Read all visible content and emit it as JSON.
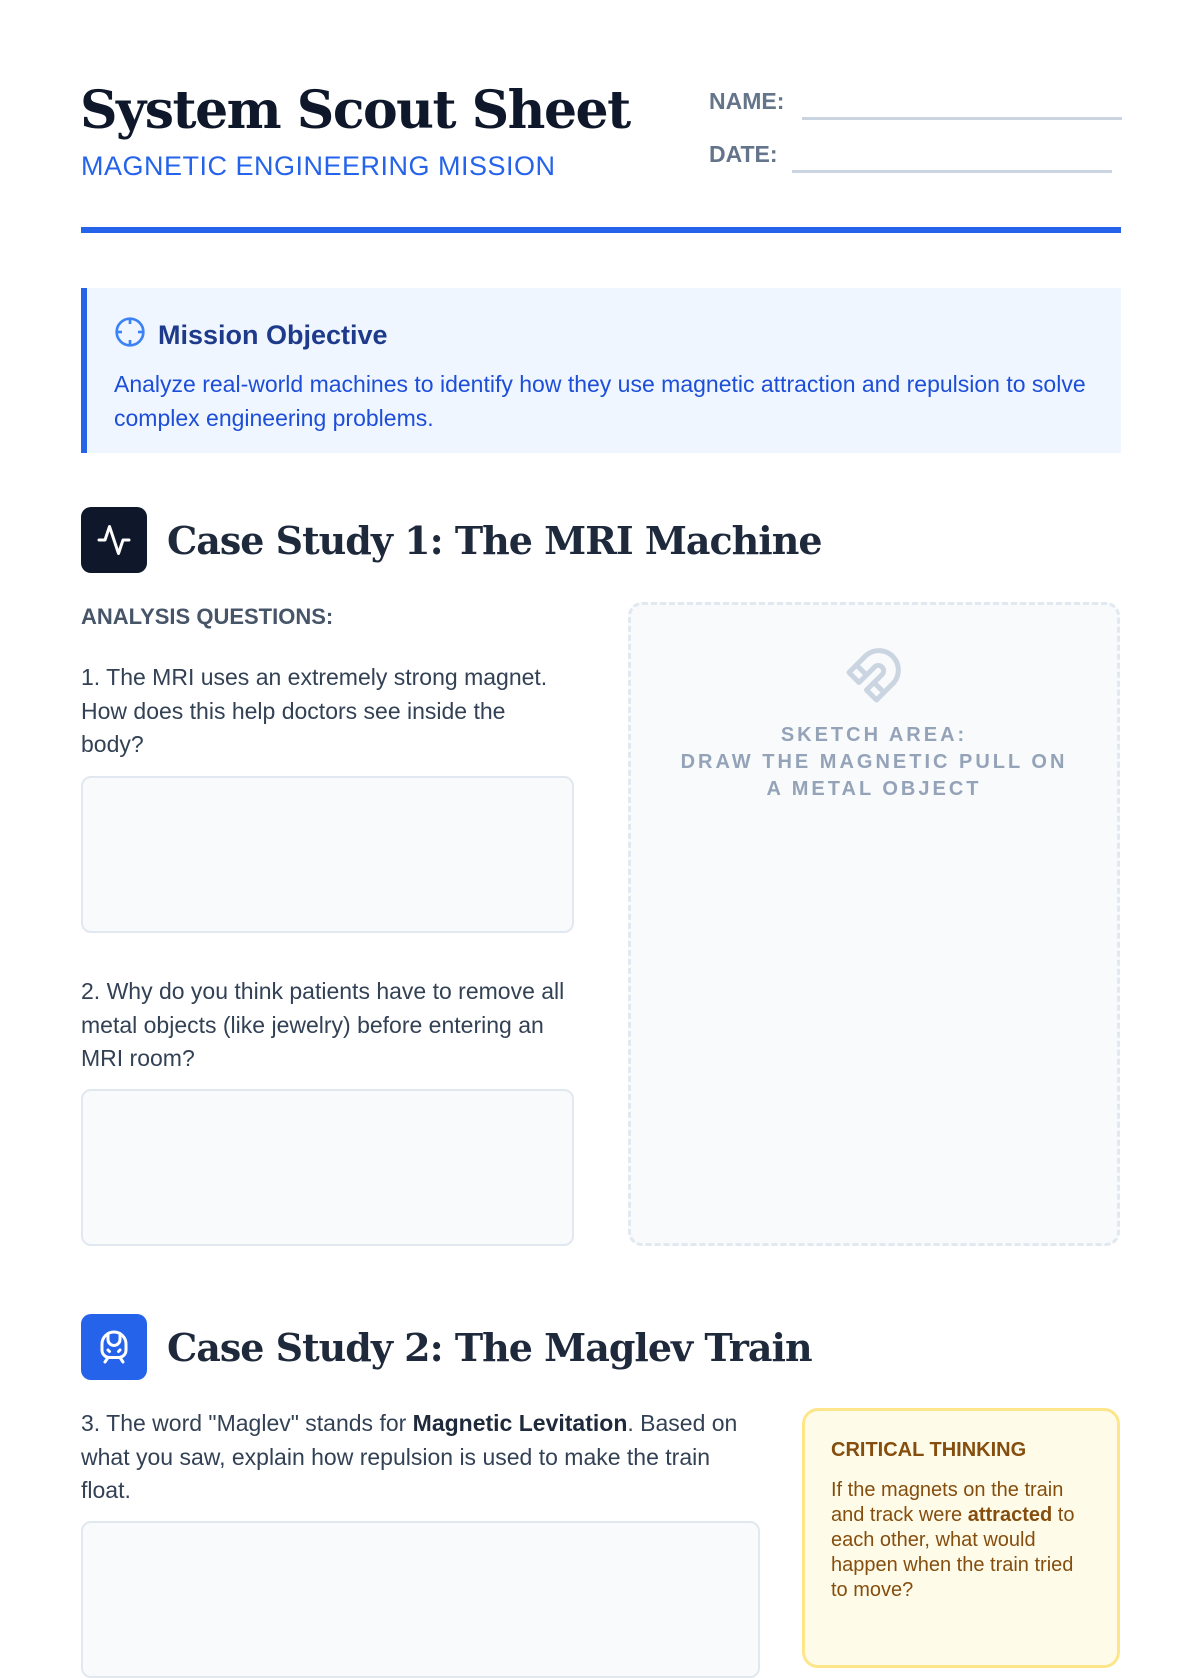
{
  "header": {
    "title": "System Scout Sheet",
    "subtitle": "MAGNETIC ENGINEERING MISSION",
    "name_label": "NAME:",
    "date_label": "DATE:"
  },
  "mission": {
    "icon": "crosshair-icon",
    "title": "Mission Objective",
    "text": "Analyze real-world machines to identify how they use magnetic attraction and repulsion to solve complex engineering problems."
  },
  "case1": {
    "icon": "activity-icon",
    "title": "Case Study 1: The MRI Machine",
    "analysis_label": "ANALYSIS QUESTIONS:",
    "q1": "1. The MRI uses an extremely strong magnet. How does this help doctors see inside the body?",
    "q2": "2. Why do you think patients have to remove all metal objects (like jewelry) before entering an MRI room?",
    "sketch_icon": "magnet-icon",
    "sketch_line1": "SKETCH AREA:",
    "sketch_line2": "DRAW THE MAGNETIC PULL ON A METAL OBJECT"
  },
  "case2": {
    "icon": "train-icon",
    "title": "Case Study 2: The Maglev Train",
    "q3_pre": "3. The word \"Maglev\" stands for ",
    "q3_bold": "Magnetic Levitation",
    "q3_post": ". Based on what you saw, explain how repulsion is used to make the train float.",
    "critical_title": "CRITICAL THINKING",
    "critical_pre": "If the magnets on the train and track were ",
    "critical_bold": "attracted",
    "critical_post": " to each other, what would happen when the train tried to move?"
  },
  "colors": {
    "accent": "#2563eb",
    "dark": "#0f172a",
    "warning_bg": "#fefce8"
  }
}
